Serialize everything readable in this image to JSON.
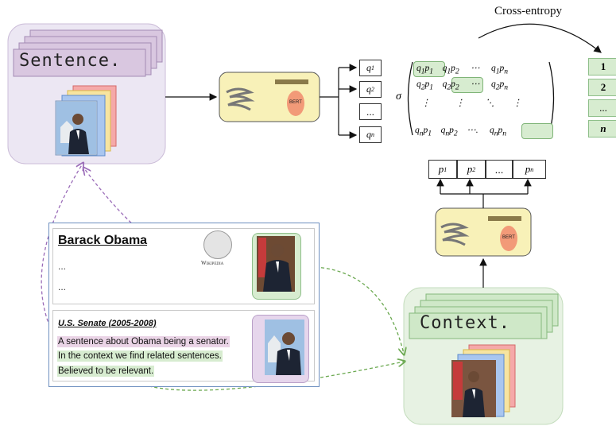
{
  "sentence_panel": {
    "label": "Sentence."
  },
  "context_panel": {
    "label": "Context."
  },
  "loss": {
    "label": "Cross-entropy"
  },
  "encoder": {
    "label": "BERT"
  },
  "q_vector": [
    "q",
    "q",
    "...",
    "q"
  ],
  "q_subscripts": [
    "1",
    "2",
    "",
    "n"
  ],
  "p_vector": [
    "p",
    "p",
    "...",
    "p"
  ],
  "p_subscripts": [
    "1",
    "2",
    "",
    "n"
  ],
  "sigma": "σ",
  "targets": [
    "1",
    "2",
    "...",
    "n"
  ],
  "wiki": {
    "title": "Barack Obama",
    "ellipsis_1": "...",
    "ellipsis_2": "...",
    "logo_text": "Wikipedia",
    "section_title": "U.S. Senate (2005-2008)",
    "lines": [
      "A sentence about Obama being a senator.",
      "In the context we find related sentences.",
      "Believed to be relevant."
    ]
  },
  "colors": {
    "sentence_bg": "#d9c7e0",
    "context_bg": "#cfe8c8",
    "panel_bg": "#ece7f3",
    "encoder_bg": "#f8f1b8",
    "highlight_green": "#d7ecd0",
    "highlight_purple": "#ead4e6",
    "arrow_purple": "#9a6bb8",
    "arrow_green": "#6aa84f"
  }
}
